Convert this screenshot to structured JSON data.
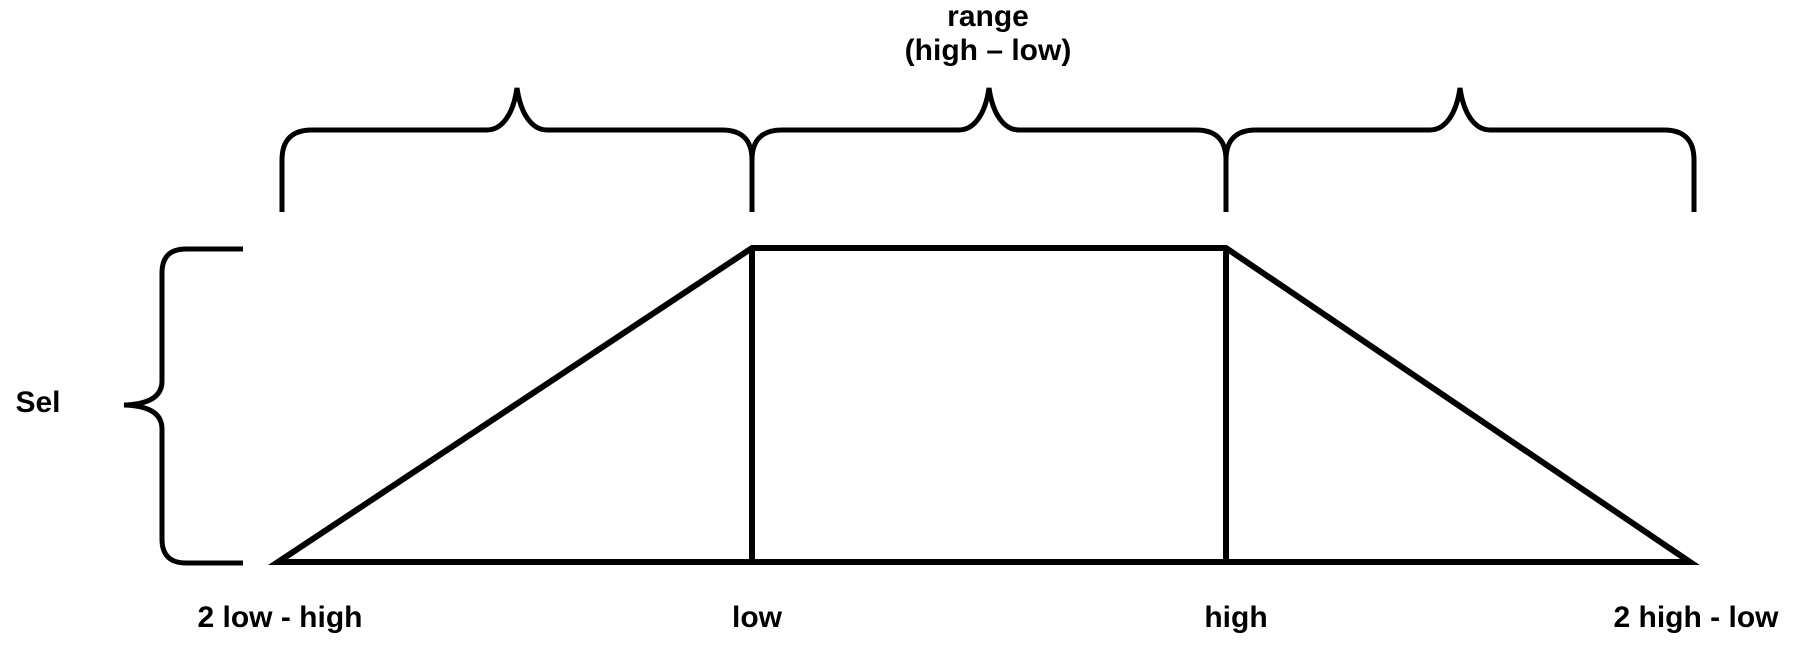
{
  "diagram": {
    "range_label": {
      "line1": "range",
      "line2": "(high – low)"
    },
    "sel_label": "Sel",
    "x_axis_labels": {
      "left_tail": "2 low - high",
      "low": "low",
      "high": "high",
      "right_tail": "2 high - low"
    },
    "colors": {
      "line": "#000000",
      "text": "#000000",
      "background": "#ffffff"
    }
  }
}
